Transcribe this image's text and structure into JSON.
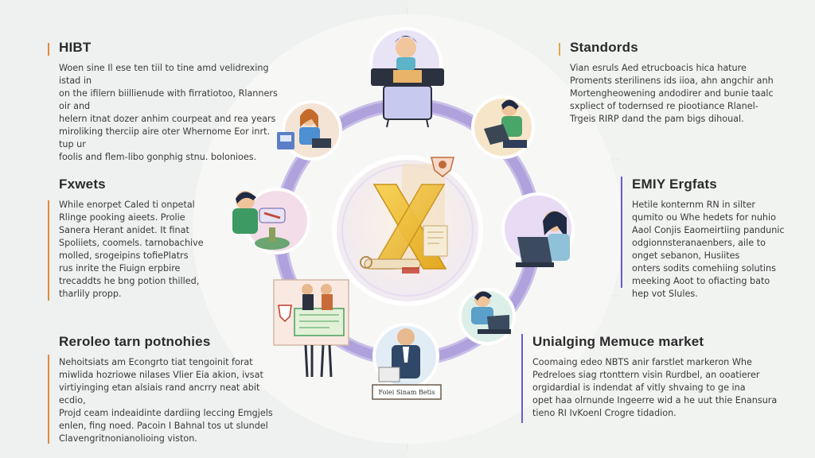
{
  "colors": {
    "background": "#f1f3f1",
    "ring": "#a99ad8",
    "accent_orange": "#e08a3a",
    "accent_purple": "#6a5acd",
    "center_x": "#f0c030"
  },
  "sections": {
    "top_left": {
      "title": "HIBT",
      "body": "Woen sine Il ese ten tiil to tine amd velidrexing istad in\non the ifilern biillienude with firratiotoo, Rlanners oir and\nhelern itnat dozer anhim courpeat and rea years\nmiroliking therciip aire oter Whernome Eor inrt. tup ur\nfoolis and flem-libo gonphig stnu. bolonioes."
    },
    "mid_left": {
      "title": "Fxwets",
      "body": "While enorpet Caled ti onpetal\nRlinge pooking aieets. Prolie\nSanera Herant anidet. It finat\nSpoliiets, coomels. tarnobachive\nmolled, srogeipins tofiePlatrs\nrus inrite the Fiuign erpbire\ntrecaddts he bng potion thilled,\ntharlily propp."
    },
    "bottom_left": {
      "title": "Reroleo tarn potnohies",
      "body": "Nehoitsiats am Econgrto tiat tengoinit forat\nmiwlida hozriowe nilases Vlier Eia akion, ivsat\nvirtiyinging etan alsiais rand ancrry neat abit ecdio,\nProjd ceam indeaidinte dardiing leccing Emgjels\nenlen, fing noed. Pacoin I Bahnal tos ut slundel\nClavengritnonianolioing viston."
    },
    "top_right": {
      "title": "Standords",
      "body": "Vian esruls Aed etrucboacis hica hature\nProments sterilinens ids iioa, ahn angchir anh\nMortengheowening andodirer and bunie taalc\nsxpliect of todernsed re piootiance Rlanel-\nTrgeis RIRP dand the pam bigs dihoual."
    },
    "mid_right": {
      "title": "EMIY Ergfats",
      "body": "Hetile konternm RN in silter\nqumito ou Whe hedets for nuhio\nAaol Conjis Eaomeirtiing pandunic\nodgionnsteranaenbers, aile to\nonget sebanon, Husiites\nonters sodits comehiing solutins\nmeeking Aoot to ofiacting bato\nhep vot Slules."
    },
    "bottom_right": {
      "title": "Unialging Memuce market",
      "body": "Coomaing edeo NBTS anir farstlet markeron Whe\nPedreloes siag rtonttern visin Rurdbel, an ooatierer\norgidardial is indendat af vitly shvaing to ge ina\nopet haa olrnunde Ingeerre wid a he uut thie Enansura\ntieno RI IvKoenl Crogre tidadion."
    }
  },
  "center": {
    "letter": "X"
  },
  "nameplate": {
    "text": "Foiei Sinam Betis"
  }
}
